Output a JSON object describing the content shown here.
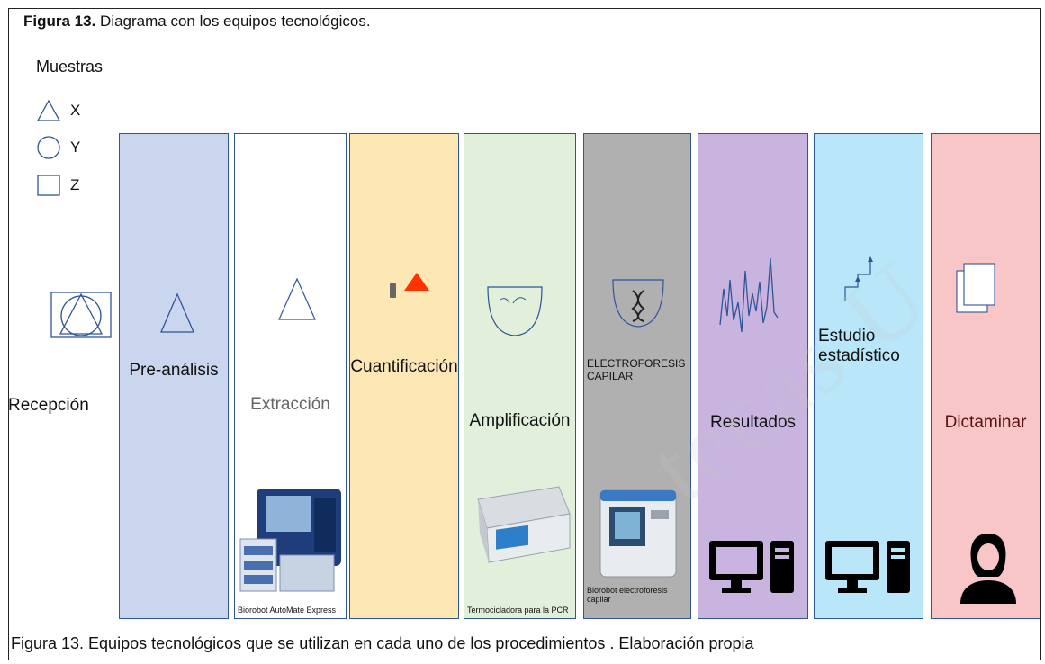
{
  "figure": {
    "title_bold": "Figura 13.",
    "title_rest": " Diagrama con los equipos tecnológicos.",
    "caption": "Figura 13. Equipos tecnológicos que se utilizan en cada uno de los procedimientos . Elaboración propia"
  },
  "legend": {
    "heading": "Muestras",
    "items": [
      {
        "shape": "triangle-icon",
        "label": "X"
      },
      {
        "shape": "circle-icon",
        "label": "Y"
      },
      {
        "shape": "square-icon",
        "label": "Z"
      }
    ]
  },
  "reception": {
    "label": "Recepción"
  },
  "stages": [
    {
      "label": "Pre-análisis",
      "color": "#c9d6ee"
    },
    {
      "label": "Extracción",
      "color": "#ffffff",
      "equipment": "Biorobot  AutoMate Express"
    },
    {
      "label": "Cuantificación",
      "color": "#fde7b5"
    },
    {
      "label": "Amplificación",
      "color": "#e2efda",
      "equipment": "Termocicladora para la PCR"
    },
    {
      "label_line1": "ELECTROFORESIS",
      "label_line2": "CAPILAR",
      "color": "#b0b0b0",
      "equipment": "Biorobot electroforesis capilar"
    },
    {
      "label": "Resultados",
      "color": "#c9b4e0"
    },
    {
      "label_line1": "Estudio",
      "label_line2": "estadístico",
      "color": "#b9e6f8"
    },
    {
      "label": "Dictaminar",
      "color": "#f8c6c6"
    }
  ],
  "colors": {
    "border": "#2f5597",
    "accent_red": "#ff3300"
  }
}
